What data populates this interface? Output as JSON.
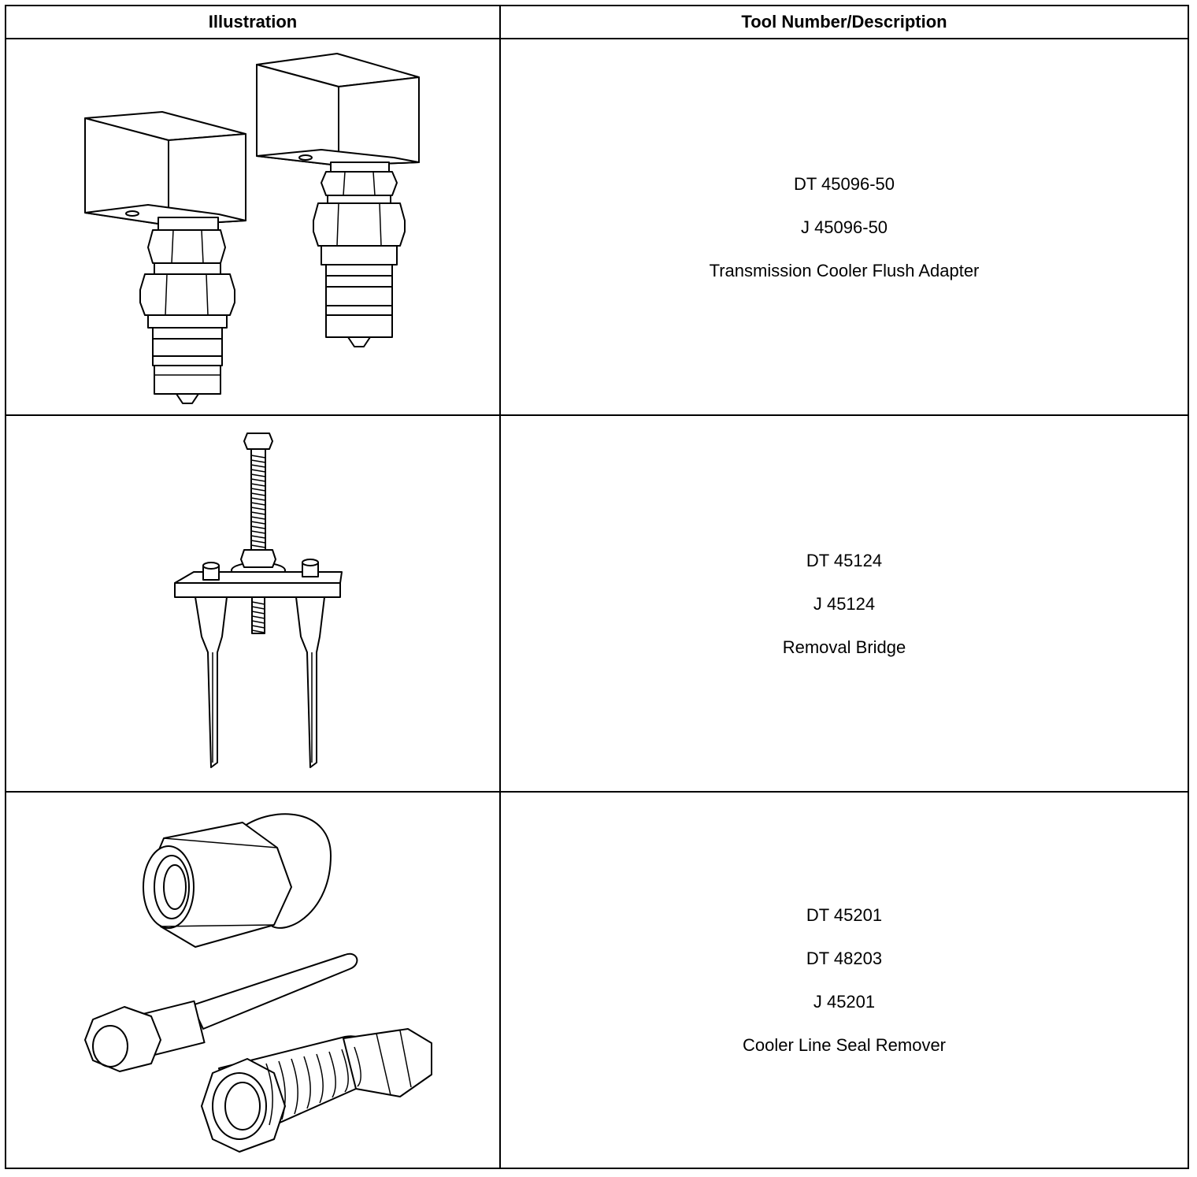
{
  "table": {
    "headers": {
      "illustration": "Illustration",
      "description": "Tool Number/Description"
    },
    "rows": [
      {
        "illustration_icon": "transmission-cooler-flush-adapter-illustration",
        "lines": [
          "DT 45096-50",
          "J 45096-50",
          "Transmission Cooler Flush Adapter"
        ]
      },
      {
        "illustration_icon": "removal-bridge-illustration",
        "lines": [
          "DT 45124",
          "J 45124",
          "Removal Bridge"
        ]
      },
      {
        "illustration_icon": "cooler-line-seal-remover-illustration",
        "lines": [
          "DT 45201",
          "DT 48203",
          "J 45201",
          "Cooler Line Seal Remover"
        ]
      }
    ]
  }
}
